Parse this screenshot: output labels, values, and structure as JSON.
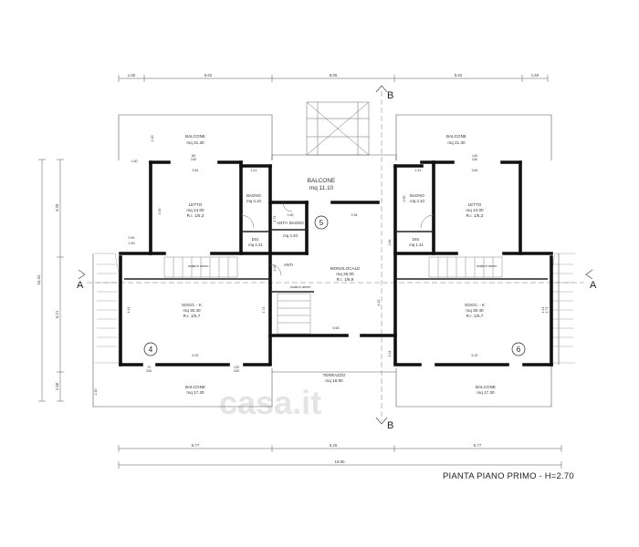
{
  "title": "PIANTA PIANO PRIMO - H=2.70",
  "watermark": "casa.it",
  "section_marks": {
    "a_left": "A",
    "a_right": "A",
    "b_top": "B",
    "b_bottom": "B"
  },
  "unit_numbers": {
    "left": "4",
    "center": "5",
    "right": "6"
  },
  "dims": {
    "top": [
      "1.50",
      "5.62",
      "8.55",
      "5.62",
      "1.50"
    ],
    "bottom_parts": [
      "6.77",
      "6.25",
      "6.77"
    ],
    "bottom_total": "19.80",
    "left_total": "10.31",
    "left_parts": [
      "4.20",
      "5.21",
      "1.50"
    ]
  },
  "rooms": {
    "balcone_tl": {
      "name": "BALCONE",
      "area": "mq 21.30"
    },
    "balcone_tr": {
      "name": "BALCONE",
      "area": "mq 21.30"
    },
    "balcone_c": {
      "name": "BALCONE",
      "area": "mq 11.10"
    },
    "letto_l": {
      "name": "LETTO",
      "area": "mq 14.00",
      "ri": "R.I. 1/5,2"
    },
    "letto_r": {
      "name": "LETTO",
      "area": "mq 14.00",
      "ri": "R.I. 1/5,2"
    },
    "bagno_l": {
      "name": "BAGNO",
      "area": "mq 4.10"
    },
    "bagno_r": {
      "name": "BAGNO",
      "area": "mq 4.10"
    },
    "dis_l": {
      "name": "DIS.",
      "area": "mq 1.41"
    },
    "dis_r": {
      "name": "DIS.",
      "area": "mq 1.41"
    },
    "antibagno": {
      "name": "ANTI+ BAGNO",
      "area": "mq 4.40"
    },
    "anti": {
      "name": "ANTI"
    },
    "monolocale": {
      "name": "MONOLOCALE",
      "area": "mq 26.00",
      "ri": "R.I. 1/6,9"
    },
    "sogg_l": {
      "name": "SOGG. - K",
      "area": "mq 30.40",
      "ri": "R.I. 1/5,7"
    },
    "sogg_r": {
      "name": "SOGG. - K",
      "area": "mq 30.40",
      "ri": "R.I. 1/5,7"
    },
    "balcone_bl": {
      "name": "BALCONE",
      "area": "mq 17.30"
    },
    "balcone_br": {
      "name": "BALCONE",
      "area": "mq 17.30"
    },
    "terrazzo": {
      "name": "TERRAZZO",
      "area": "mq 18.90"
    }
  },
  "stair_labels": {
    "left": "scala in aereo",
    "center": "scala in aereo",
    "right": "scala in aereo"
  },
  "inner_dims": {
    "letto_w_l": "3.81",
    "letto_w_r": "3.81",
    "bagno_w_l": "1.41",
    "bagno_w_r": "1.41",
    "sogg_w_l": "6.32",
    "sogg_w_r": "6.32",
    "center_w": "5.65",
    "center_w2": "3.94",
    "ante_w": "1.60",
    "ante_h": "1.74",
    "left_h": "4.71",
    "right_h": "4.71",
    "mono_h": "6.13",
    "balc_h": "2.10",
    "side_l": "4.41",
    "side_r": "4.41",
    "sub1": "2.15",
    "sub2": "1.50",
    "v2": "2.45",
    "v3": "2.84",
    "v4": "1.00",
    "v5": "1.31",
    "v6": "0.90",
    "letto_h": "4.00",
    "bagno_h": "2.50"
  },
  "openings": {
    "w1": "80",
    "w1b": "240",
    "w2": "140",
    "w2b": "240",
    "w3": "70",
    "w3b": "240",
    "w4": "120",
    "w4b": "240"
  }
}
